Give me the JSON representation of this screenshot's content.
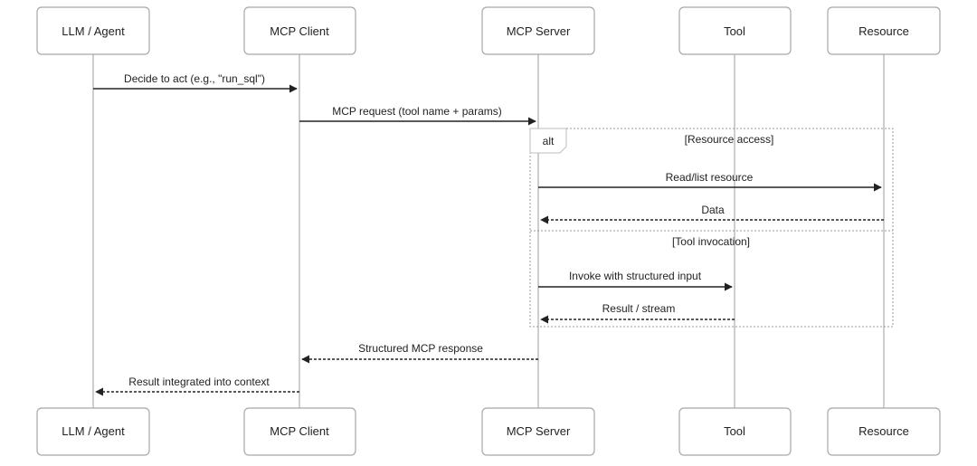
{
  "participants": [
    {
      "id": "agent",
      "label": "LLM / Agent"
    },
    {
      "id": "client",
      "label": "MCP Client"
    },
    {
      "id": "server",
      "label": "MCP Server"
    },
    {
      "id": "tool",
      "label": "Tool"
    },
    {
      "id": "resource",
      "label": "Resource"
    }
  ],
  "messages": [
    {
      "from": "agent",
      "to": "client",
      "label": "Decide to act (e.g., \"run_sql\")",
      "style": "solid"
    },
    {
      "from": "client",
      "to": "server",
      "label": "MCP request (tool name + params)",
      "style": "solid"
    },
    {
      "from": "server",
      "to": "resource",
      "label": "Read/list resource",
      "style": "solid"
    },
    {
      "from": "resource",
      "to": "server",
      "label": "Data",
      "style": "dashed"
    },
    {
      "from": "server",
      "to": "tool",
      "label": "Invoke with structured input",
      "style": "solid"
    },
    {
      "from": "tool",
      "to": "server",
      "label": "Result / stream",
      "style": "dashed"
    },
    {
      "from": "server",
      "to": "client",
      "label": "Structured MCP response",
      "style": "dashed"
    },
    {
      "from": "client",
      "to": "agent",
      "label": "Result integrated into context",
      "style": "dashed"
    }
  ],
  "alt_frame": {
    "label": "alt",
    "sections": [
      {
        "guard": "[Resource access]"
      },
      {
        "guard": "[Tool invocation]"
      }
    ]
  }
}
